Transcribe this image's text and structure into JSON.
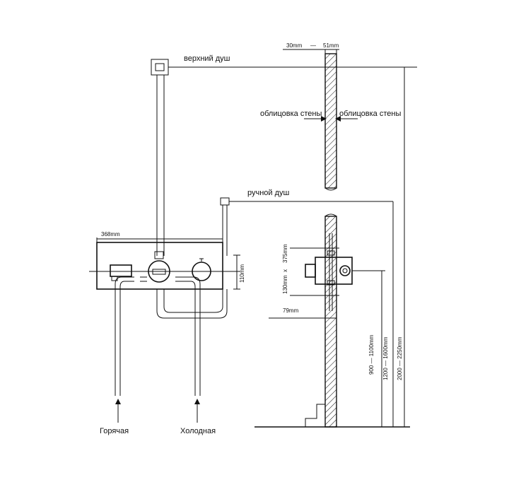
{
  "labels": {
    "top_shower": "верхний душ",
    "hand_shower": "ручной душ",
    "wall_cladding_left": "облицовка стены",
    "wall_cladding_right": "облицовка стены",
    "hot": "Горячая",
    "cold": "Холодная"
  },
  "dimensions": {
    "wall_min": "30mm",
    "dash": "—",
    "wall_max": "51mm",
    "panel_width": "368mm",
    "panel_height": "110mm",
    "depth_range_top": "375mm",
    "depth_x": "x",
    "depth_range_bottom": "130mm",
    "box_depth": "79mm",
    "height_mixer": "900 — 1100mm",
    "height_hand": "1200 — 1600mm",
    "height_top": "2000 — 2250mm"
  }
}
